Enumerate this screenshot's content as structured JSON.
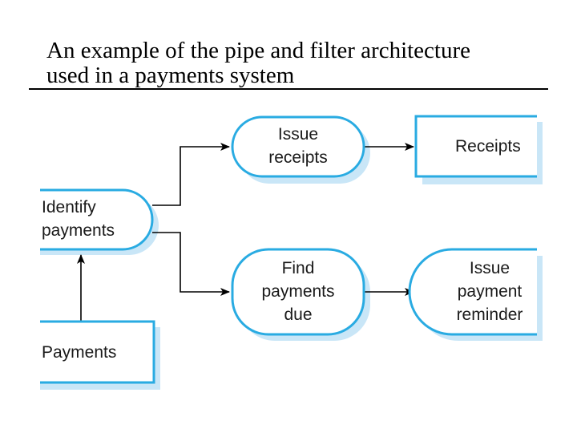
{
  "slide": {
    "title_line1": "An example of the pipe and filter architecture",
    "title_line2": "used in a payments system"
  },
  "diagram": {
    "nodes": {
      "identify_payments": {
        "line1": "Identify",
        "line2": "payments"
      },
      "issue_receipts": {
        "line1": "Issue",
        "line2": "receipts"
      },
      "receipts": {
        "line1": "Receipts"
      },
      "find_payments_due": {
        "line1": "Find",
        "line2": "payments",
        "line3": "due"
      },
      "issue_payment_reminder": {
        "line1": "Issue",
        "line2": "payment",
        "line3": "reminder"
      },
      "payments": {
        "line1": "Payments"
      }
    },
    "colors": {
      "border": "#29abe2",
      "shadow": "#c9e6f7",
      "arrow": "#000000"
    }
  }
}
